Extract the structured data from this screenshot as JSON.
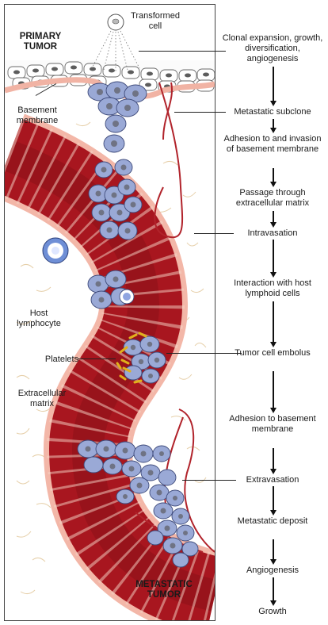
{
  "labels": {
    "transformed_cell": "Transformed cell",
    "primary_tumor": "PRIMARY TUMOR",
    "basement_membrane": "Basement membrane",
    "host_lymphocyte": "Host lymphocyte",
    "platelets": "Platelets",
    "extracellular_matrix": "Extracellular matrix",
    "metastatic_tumor": "METASTATIC TUMOR"
  },
  "steps": [
    "Clonal expansion, growth, diversification, angiogenesis",
    "Metastatic subclone",
    "Adhesion to and invasion of basement membrane",
    "Passage through extracellular matrix",
    "Intravasation",
    "Interaction with host lymphoid cells",
    "Tumor cell embolus",
    "Adhesion to basement membrane",
    "Extravasation",
    "Metastatic deposit",
    "Angiogenesis",
    "Growth"
  ],
  "colors": {
    "tumor_cell": "#9aa9d6",
    "tumor_nucleus": "#6f7384",
    "vessel": "#a8161f",
    "vessel_wall": "#f3b7a8",
    "platelet": "#e0b11c",
    "lymphocyte": "#6f8fd6",
    "matrix_line": "#e3c9a3"
  }
}
